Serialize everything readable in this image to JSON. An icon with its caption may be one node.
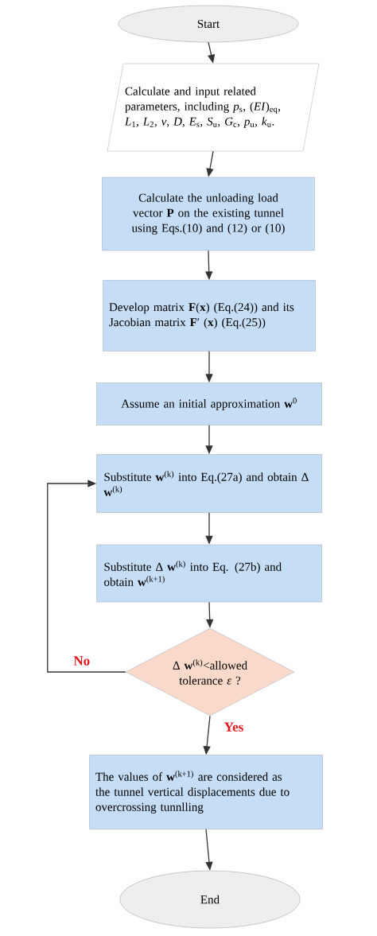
{
  "diagram": {
    "nodes": [
      {
        "text": [
          "Start"
        ]
      },
      {
        "text": [
          "Calculate and input related parameters, including *p*$_{s}$, (*EI*)$_{eq}$, *L*$_{1}$, *L*$_{2}$, *v*, *D*, *E*$_{s}$, *S*$_{u}$, *G*$_{c}$, *p*$_{u}$, *k*$_{u}$."
        ]
      },
      {
        "text": [
          "Calculate the unloading load vector **P** on the existing tunnel using Eqs.(10) and (12) or (10)"
        ]
      },
      {
        "text": [
          "Develop matrix **F**(**x**) (Eq.(24)) and its Jacobian matrix **F**′ (**x**) (Eq.(25))"
        ]
      },
      {
        "text": [
          "Assume an initial approximation **w**$^{0}$"
        ]
      },
      {
        "text": [
          "Substitute **w**$^{(k)}$ into Eq.(27a) and obtain Δ **w**$^{(k)}$"
        ]
      },
      {
        "text": [
          "Substitute Δ **w**$^{(k)}$ into Eq. (27b) and obtain **w**$^{(k+1)}$"
        ]
      },
      {
        "text": [
          "Δ **w**$^{(k)}$<allowed tolerance *ε* ?"
        ]
      },
      {
        "text": [
          "The values of **w**$^{(k+1)}$ are considered as the tunnel vertical displacements due to overcrossing tunnlling"
        ]
      },
      {
        "text": [
          "End"
        ]
      }
    ],
    "edges": [
      {
        "from": 0,
        "to": 1,
        "arrow": "to"
      },
      {
        "from": 1,
        "to": 2,
        "arrow": "to"
      },
      {
        "from": 2,
        "to": 3,
        "arrow": "to"
      },
      {
        "from": 3,
        "to": 4,
        "arrow": "to"
      },
      {
        "from": 4,
        "to": 5,
        "arrow": "to"
      },
      {
        "from": 5,
        "to": 6,
        "arrow": "to"
      },
      {
        "from": 6,
        "to": 7,
        "arrow": "to"
      },
      {
        "from": 7,
        "to": 5,
        "arrow": "to",
        "label": "No"
      },
      {
        "from": 7,
        "to": 8,
        "arrow": "to",
        "label": "Yes"
      },
      {
        "from": 8,
        "to": 9,
        "arrow": "to"
      }
    ]
  }
}
